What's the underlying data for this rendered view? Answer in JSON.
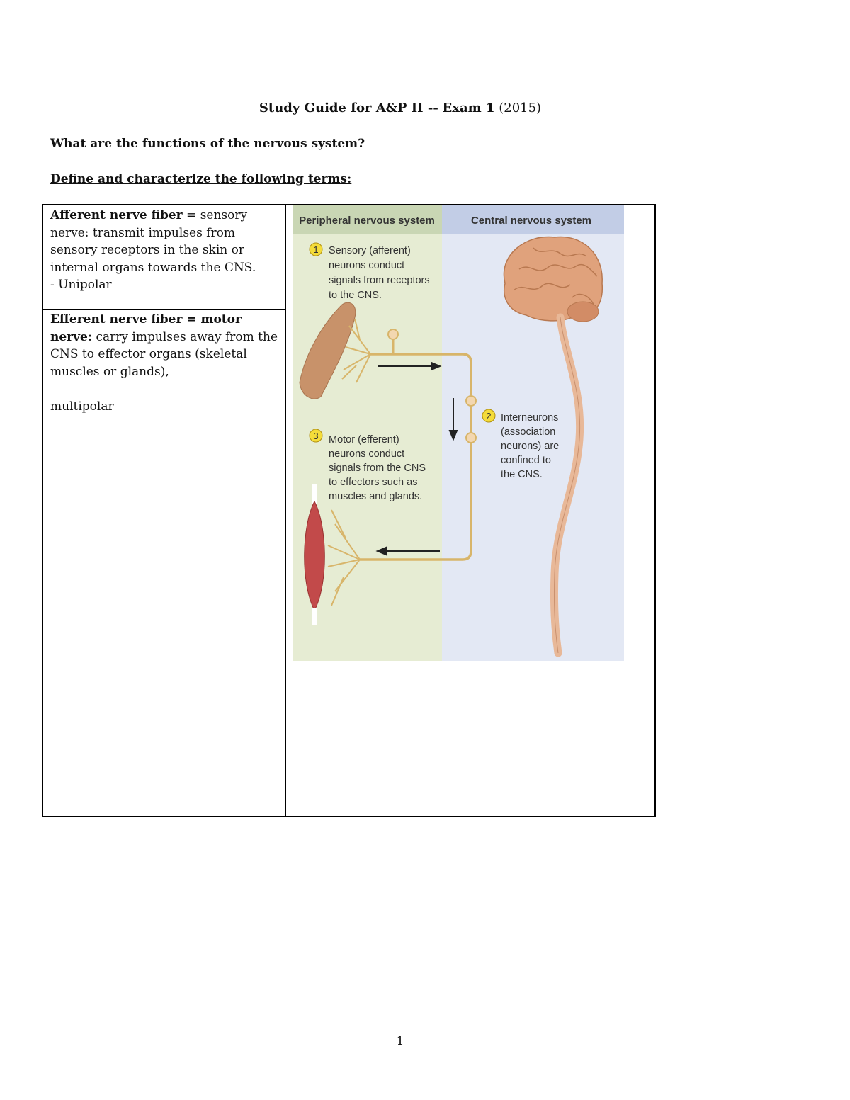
{
  "header": {
    "title_prefix": "Study Guide for A&P II --",
    "title_exam": "Exam 1",
    "title_year": "(2015)"
  },
  "question1": "What are the functions of the nervous system?",
  "question2": "Define and characterize the following terms:",
  "terms": [
    {
      "term": "Afferent nerve fiber",
      "definition": " = sensory nerve: transmit impulses from sensory receptors in the skin or internal organs towards the CNS.",
      "note": "- Unipolar"
    },
    {
      "term": "Efferent nerve fiber = motor nerve:",
      "definition": " carry impulses away from the CNS to effector organs (skeletal muscles or glands),",
      "note": "multipolar"
    }
  ],
  "figure": {
    "pns_header": "Peripheral nervous system",
    "cns_header": "Central nervous system",
    "step1_num": "1",
    "step1_lines": [
      "Sensory (afferent)",
      "neurons conduct",
      "signals from receptors",
      "to the CNS."
    ],
    "step2_num": "2",
    "step2_lines": [
      "Interneurons",
      "(association",
      "neurons) are",
      "confined to",
      "the CNS."
    ],
    "step3_num": "3",
    "step3_lines": [
      "Motor (efferent)",
      "neurons conduct",
      "signals from the CNS",
      "to effectors such as",
      "muscles and glands."
    ],
    "colors": {
      "pns_bg": "#e6ecd3",
      "cns_bg": "#e3e8f4",
      "header_pns": "#c9d6b4",
      "header_cns": "#c2cde6",
      "nerve": "#d8b56a",
      "number_circle": "#f4dc3a",
      "skin": "#c8926a",
      "brain": "#e0a27c",
      "muscle": "#c24a4a"
    }
  },
  "footer": {
    "page_number": "1"
  }
}
